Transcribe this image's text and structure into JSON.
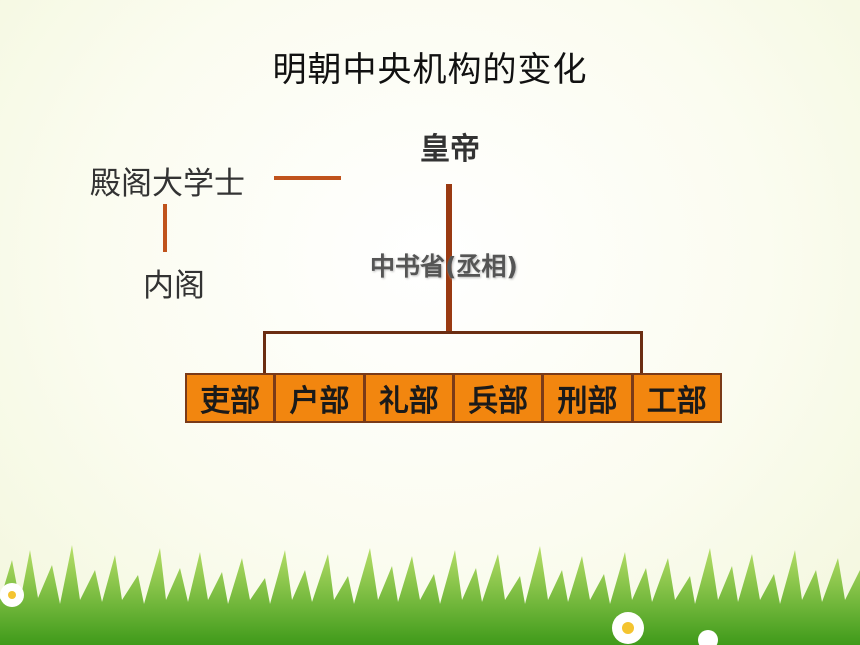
{
  "title": "明朝中央机构的变化",
  "emperor": "皇帝",
  "grand_secretary": "殿阁大学士",
  "cabinet": "内阁",
  "secretariat": "中书省(丞相)",
  "departments": [
    "吏部",
    "户部",
    "礼部",
    "兵部",
    "刑部",
    "工部"
  ],
  "colors": {
    "connector": "#c0531c",
    "department_fill": "#f2860f",
    "department_border": "#7a3a18",
    "grass": "#6fbf2a"
  }
}
